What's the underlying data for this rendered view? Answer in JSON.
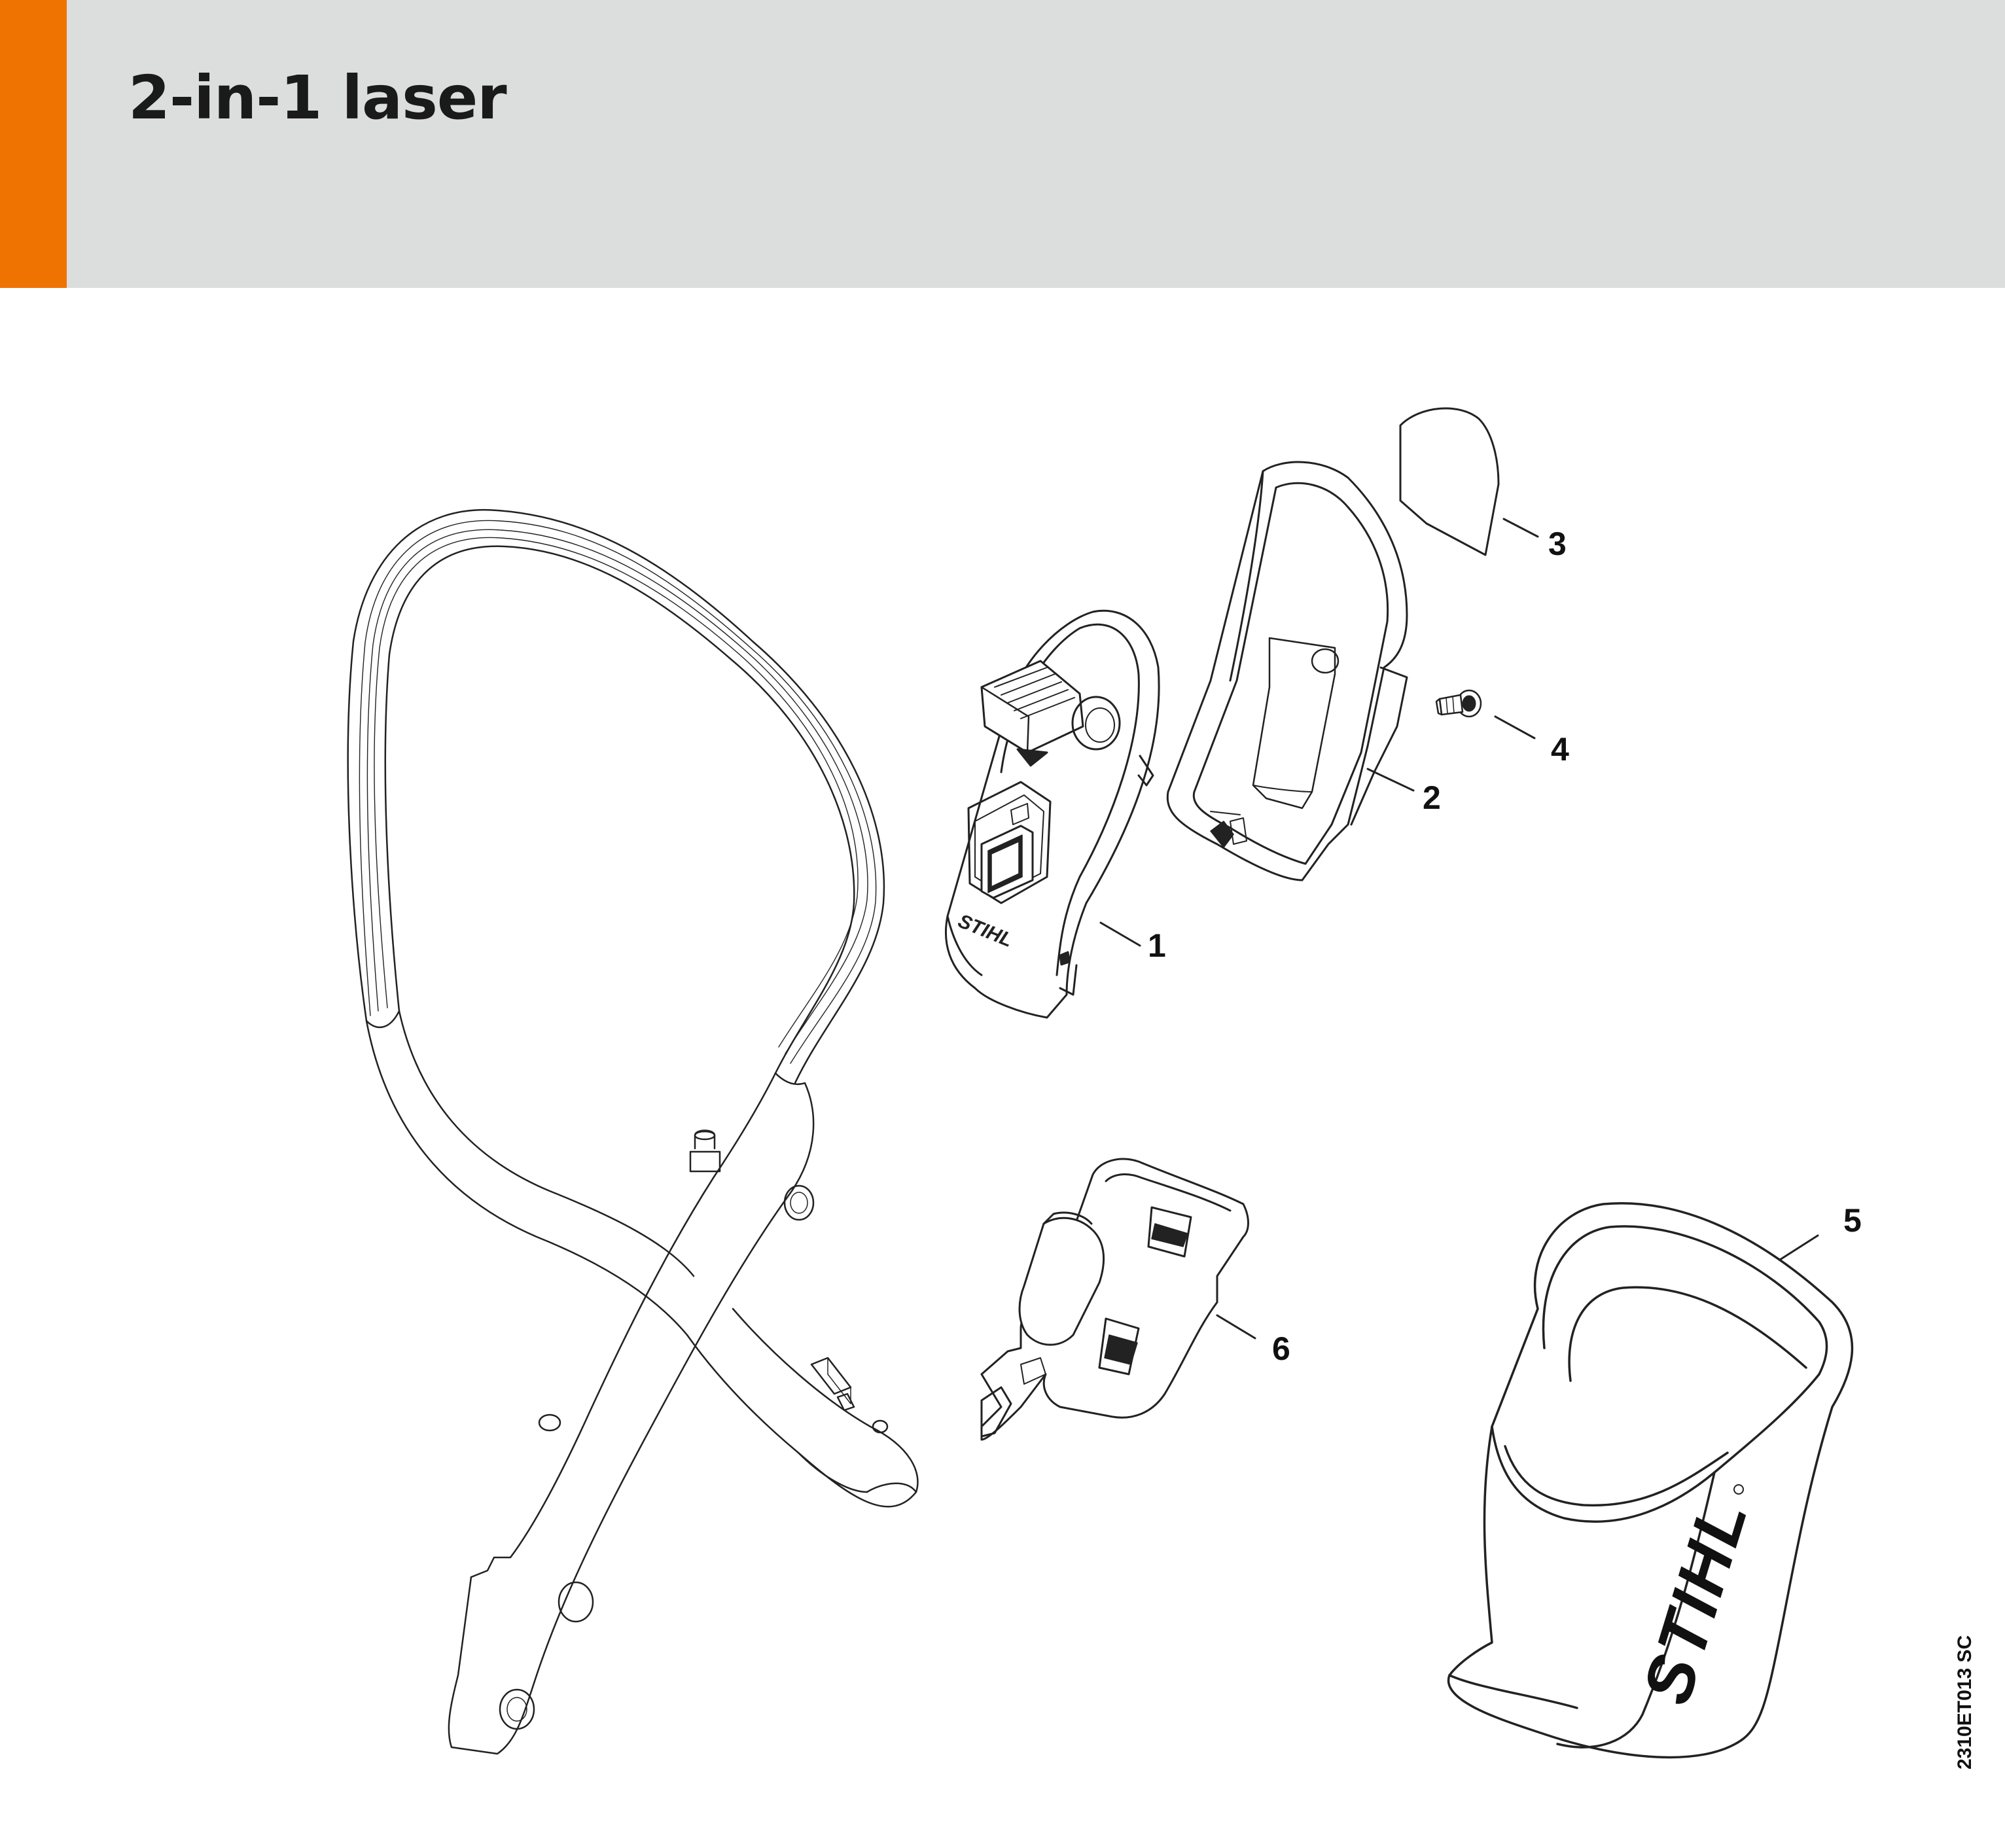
{
  "page": {
    "title": "2-in-1 laser",
    "accent_color": "#ef7300",
    "header_color": "#dcdddd"
  },
  "parts": [
    {
      "label": "1"
    },
    {
      "label": "2"
    },
    {
      "label": "3"
    },
    {
      "label": "4"
    },
    {
      "label": "5"
    },
    {
      "label": "6"
    }
  ],
  "brand": {
    "logo_text": "STIHL"
  },
  "document_ref": "2310ET013 SC"
}
